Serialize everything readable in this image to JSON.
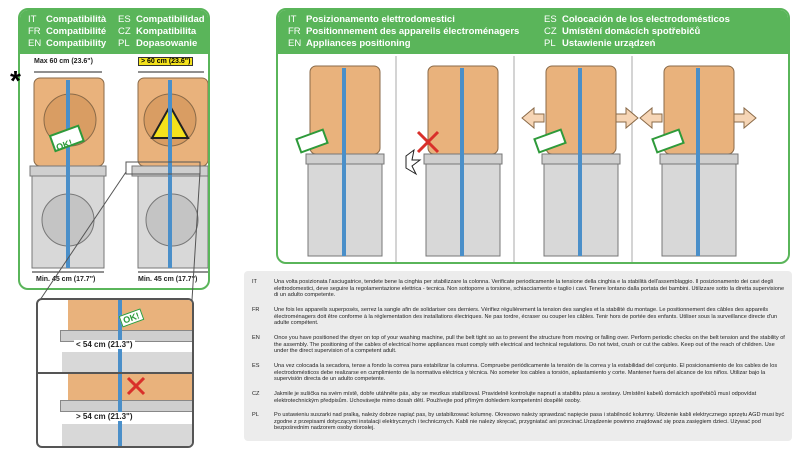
{
  "compat": {
    "langs": [
      {
        "code": "IT",
        "text": "Compatibilità"
      },
      {
        "code": "FR",
        "text": "Compatibilité"
      },
      {
        "code": "EN",
        "text": "Compatibility"
      },
      {
        "code": "ES",
        "text": "Compatibilidad"
      },
      {
        "code": "CZ",
        "text": "Kompatibilita"
      },
      {
        "code": "PL",
        "text": "Dopasowanie"
      }
    ],
    "max_label": "Max 60 cm (23.6\")",
    "over_label": "> 60 cm (23.6\")",
    "min_label": "Min. 45 cm (17.7\")",
    "asterisk": "*"
  },
  "positioning": {
    "langs": [
      {
        "code": "IT",
        "text": "Posizionamento elettrodomestici"
      },
      {
        "code": "FR",
        "text": "Positionnement des appareils électroménagers"
      },
      {
        "code": "EN",
        "text": "Appliances positioning"
      },
      {
        "code": "ES",
        "text": "Colocación de los electrodomésticos"
      },
      {
        "code": "CZ",
        "text": "Umístění domácích spotřebičů"
      },
      {
        "code": "PL",
        "text": "Ustawienie urządzeń"
      }
    ]
  },
  "zoom": {
    "ok_measure": "< 54 cm (21.3\")",
    "bad_measure": "> 54 cm (21.3\")"
  },
  "ok_badge": "OK!",
  "instructions": [
    {
      "code": "IT",
      "text": "Una volta posizionata l'asciugatrice, tendete bene la cinghia per stabilizzare la colonna. Verificate periodicamente la tensione della cinghia e la stabilità dell'assemblaggio. Il posizionamento dei cavi degli elettrodomestici, deve seguire la regolamentazione elettrica - tecnica. Non sottoporre a torsione, schiacciamento e taglio i cavi. Tenere lontano dalla portata dei bambini. Utilizzare sotto la diretta supervisione di un adulto competente."
    },
    {
      "code": "FR",
      "text": "Une fois les appareils superposés, serrez la sangle afin de solidariser ces derniers. Vérifiez régulièrement la tension des sangles et la stabilité du montage. Le positionnement des câbles des appareils électroménagers doit être conforme à la réglementation des installations électriques. Ne pas tordre, écraser ou couper les câbles. Tenir hors de portée des enfants. Utiliser sous la surveillance directe d'un adulte compétent."
    },
    {
      "code": "EN",
      "text": "Once you have positioned the dryer on top of your washing machine, pull the belt tight so as to prevent the structure from moving or falling over. Perform periodic checks on the belt tension and the stability of the assembly. The positioning of the cables of electrical home appliances must comply with electrical and technical regulations. Do not twist, crush or cut the cables. Keep out of the reach of children. Use under the direct supervision of a competent adult."
    },
    {
      "code": "ES",
      "text": "Una vez colocada la secadora, tense a fondo la correa para estabilizar la columna. Compruebe periódicamente la tensión de la correa y la estabilidad del conjunto. El posicionamiento de los cables de los electrodomésticos debe realizarse en cumplimiento de la normativa eléctrica y técnica. No someter los cables a torsión, aplastamiento y corte. Mantener fuera del alcance de los niños. Utilizar bajo la supervisión directa de un adulto competente."
    },
    {
      "code": "CZ",
      "text": "Jakmile je sušička na svém místě, dobře utáhněte pás, aby se mezikus stabilizoval. Pravidelně kontrolujte napnutí a stabilitu pásu a sestavy. Umístění kabelů domácích spotřebičů musí odpovídat elektrotechnickým předpisům. Uchovávejte mimo dosah dětí. Používejte pod přímým dohledem kompetentní dospělé osoby."
    },
    {
      "code": "PL",
      "text": "Po ustawieniu suszarki nad pralką, należy dobrze napiąć pas, by ustabilizować kolumnę. Okresowo należy sprawdzać napięcie pasa i stabilność kolumny. Ułożenie kabli elektrycznego sprzętu AGD musi być zgodne z przepisami dotyczącymi instalacji elektrycznych i technicznych. Kabli nie należy skręcać, przygniatać ani przecinać.Urządzenie powinno znajdować się poza zasięgiem dzieci. Używać pod bezpośrednim nadzorem osoby dorosłej."
    }
  ],
  "colors": {
    "accent": "#5ab55a",
    "warning": "#f4e21c",
    "strap": "#4a8fc9",
    "appliance": "#e9b27c",
    "washer": "#d8d8d8",
    "cross": "#d9302a",
    "ok_arrow": "#2e9a3a"
  }
}
